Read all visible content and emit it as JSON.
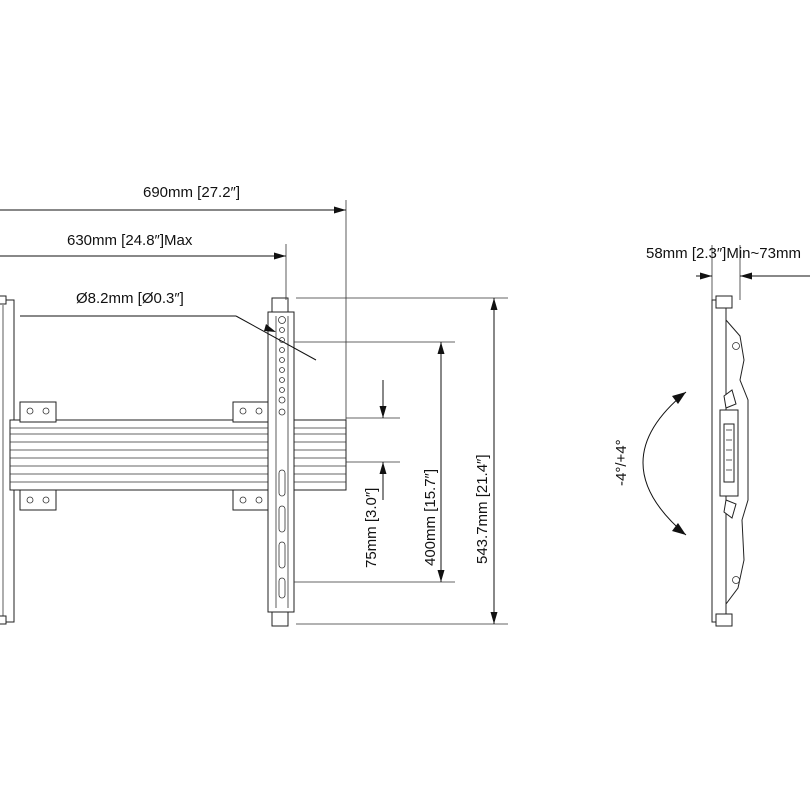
{
  "dimensions": {
    "overall_width": "690mm [27.2″]",
    "max_hole_spacing": "630mm [24.8″]Max",
    "hole_diameter": "Ø8.2mm [Ø0.3″]",
    "rail_spacing": "75mm [3.0″]",
    "vertical_spacing": "400mm [15.7″]",
    "overall_height": "543.7mm [21.4″]",
    "depth": "58mm [2.3″]Min~73mm",
    "tilt": "-4°/+4°"
  }
}
